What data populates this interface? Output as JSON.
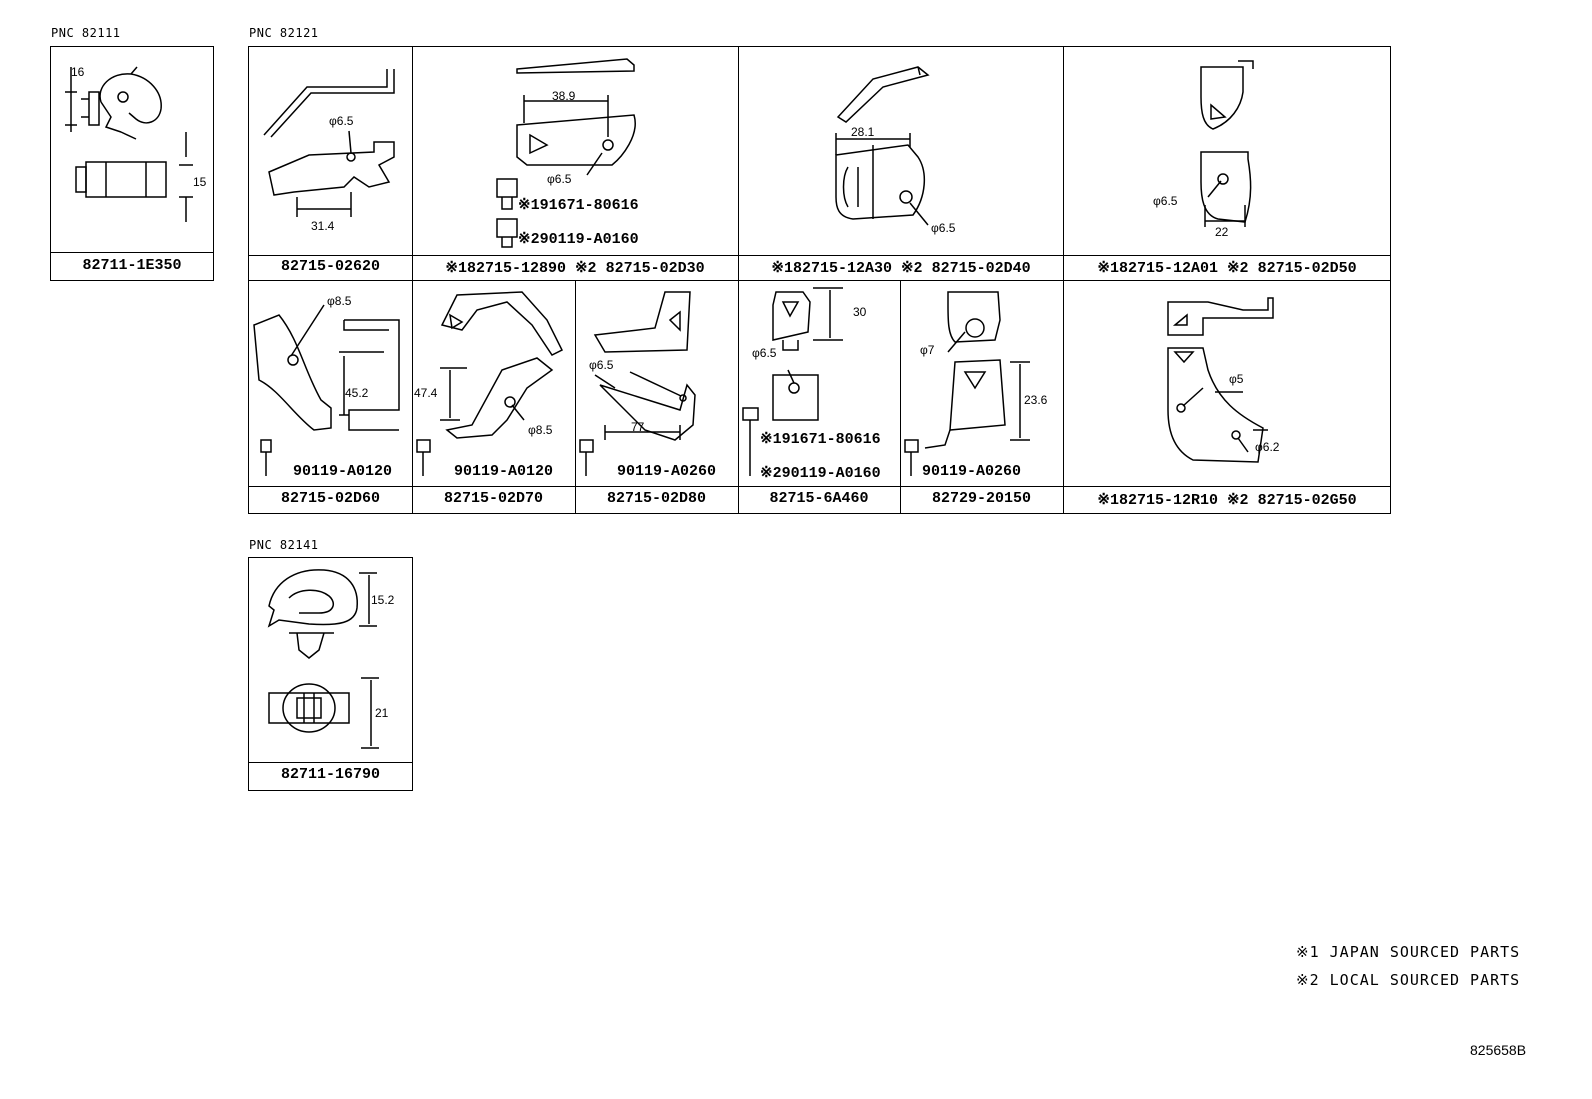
{
  "groups": {
    "g1": {
      "pnc": "PNC 82111",
      "part": "82711-1E350",
      "dims": [
        "16",
        "15"
      ]
    },
    "g2": {
      "pnc": "PNC 82121"
    },
    "g3": {
      "pnc": "PNC 82141",
      "part": "82711-16790",
      "dims": [
        "15.2",
        "21"
      ]
    }
  },
  "row1": [
    {
      "part": "82715-02620",
      "dims": [
        "φ6.5",
        "31.4"
      ]
    },
    {
      "part": "※182715-12890  ※2 82715-02D30",
      "dims": [
        "38.9",
        "φ6.5"
      ],
      "bolts": [
        "※191671-80616",
        "※290119-A0160"
      ]
    },
    {
      "part": "※182715-12A30  ※2 82715-02D40",
      "dims": [
        "28.1",
        "φ6.5"
      ]
    },
    {
      "part": "※182715-12A01  ※2 82715-02D50",
      "dims": [
        "φ6.5",
        "22"
      ]
    }
  ],
  "row2": [
    {
      "part": "82715-02D60",
      "dims": [
        "φ8.5",
        "45.2"
      ],
      "bolts": [
        "90119-A0120"
      ]
    },
    {
      "part": "82715-02D70",
      "dims": [
        "47.4",
        "φ8.5"
      ],
      "bolts": [
        "90119-A0120"
      ]
    },
    {
      "part": "82715-02D80",
      "dims": [
        "φ6.5",
        "77"
      ],
      "bolts": [
        "90119-A0260"
      ]
    },
    {
      "part": "82715-6A460",
      "dims": [
        "30",
        "φ6.5"
      ],
      "bolts": [
        "※191671-80616",
        "※290119-A0160"
      ]
    },
    {
      "part": "82729-20150",
      "dims": [
        "φ7",
        "23.6"
      ],
      "bolts": [
        "90119-A0260"
      ]
    },
    {
      "part": "※182715-12R10  ※2 82715-02G50",
      "dims": [
        "φ5",
        "φ6.2"
      ]
    }
  ],
  "legend": [
    "※1 JAPAN SOURCED PARTS",
    "※2 LOCAL SOURCED PARTS"
  ],
  "doc_id": "825658B"
}
